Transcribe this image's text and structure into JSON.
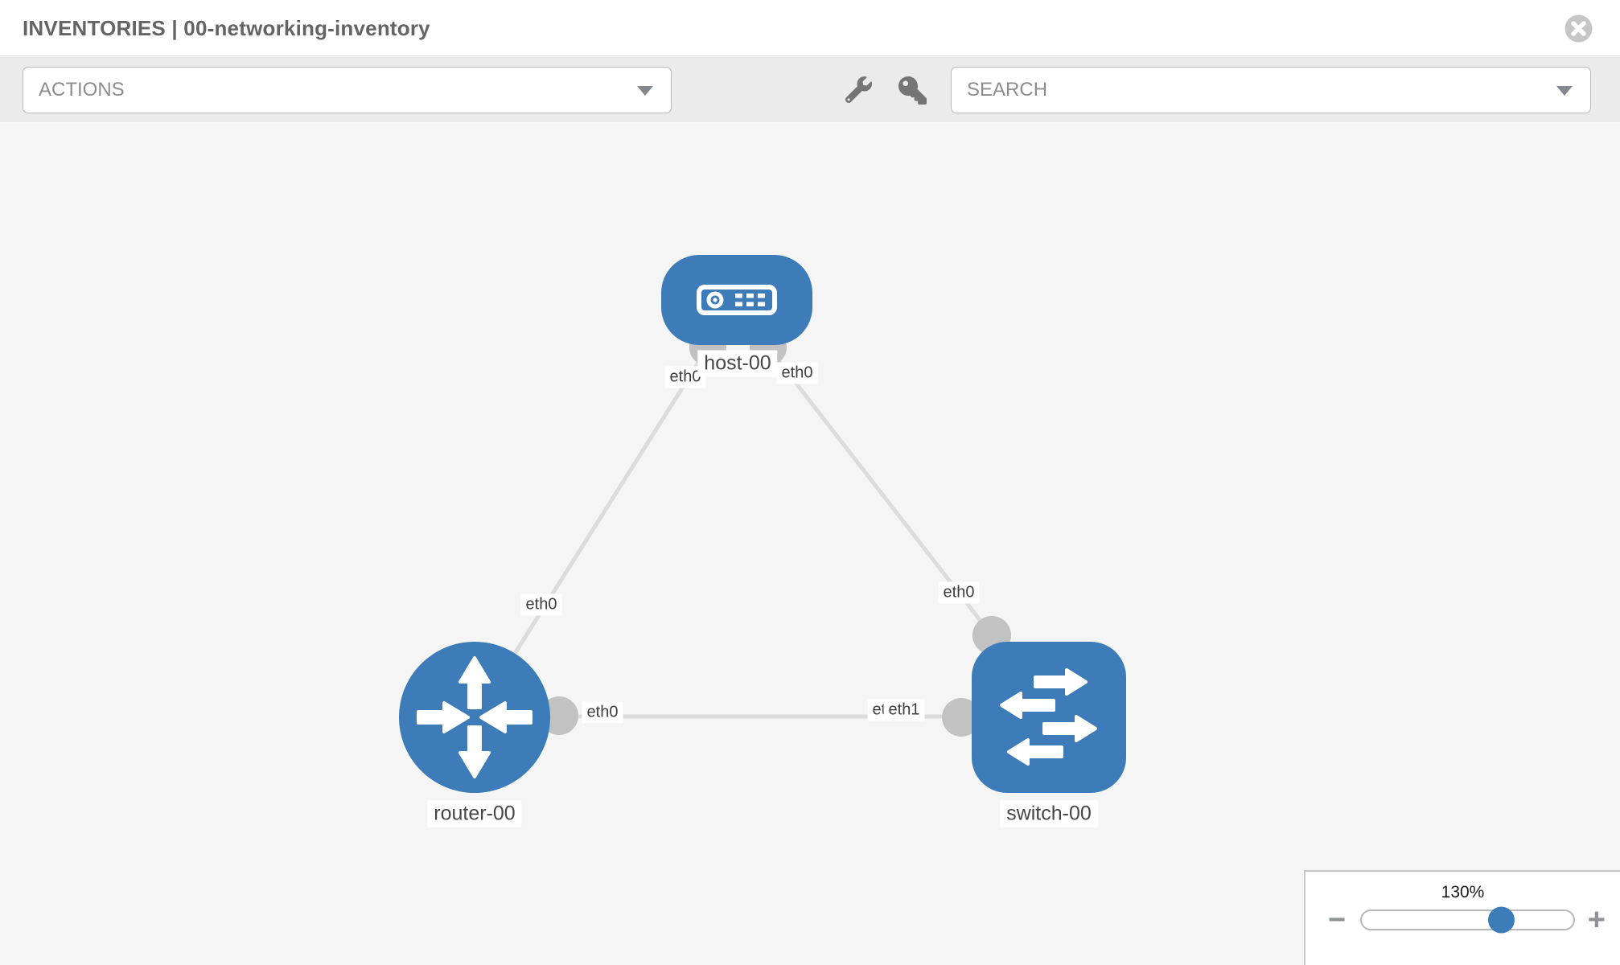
{
  "header": {
    "title": "INVENTORIES | 00-networking-inventory"
  },
  "toolbar": {
    "actions_label": "ACTIONS",
    "search_label": "SEARCH",
    "icons": [
      {
        "name": "wrench-icon"
      },
      {
        "name": "key-icon"
      }
    ]
  },
  "topology": {
    "nodes": [
      {
        "id": "host-00",
        "type": "host",
        "label": "host-00"
      },
      {
        "id": "router-00",
        "type": "router",
        "label": "router-00"
      },
      {
        "id": "switch-00",
        "type": "switch",
        "label": "switch-00"
      }
    ],
    "links": [
      {
        "from": "router-00",
        "to": "host-00",
        "from_interface": "eth0",
        "to_interface": "eth0"
      },
      {
        "from": "host-00",
        "to": "switch-00",
        "from_interface": "eth0",
        "to_interface": "eth0"
      },
      {
        "from": "router-00",
        "to": "switch-00",
        "from_interface": "eth0",
        "to_interface": "eth1"
      }
    ],
    "interface_labels": [
      {
        "text": "eth0",
        "position": "host-left"
      },
      {
        "text": "eth0",
        "position": "host-right"
      },
      {
        "text": "eth0",
        "position": "link-router-host"
      },
      {
        "text": "eth0",
        "position": "link-host-switch"
      },
      {
        "text": "eth0",
        "position": "router-right"
      },
      {
        "text": "eth0",
        "position": "switch-left-back"
      },
      {
        "text": "eth1",
        "position": "switch-left-front"
      }
    ]
  },
  "zoom_control": {
    "level": "130%",
    "percent": 130,
    "zoom_out_label": "−",
    "zoom_in_label": "+"
  },
  "colors": {
    "node_blue": "#3d7cb8",
    "link_gray": "#dcdcdc",
    "port_gray": "#c2c2c2",
    "canvas_bg": "#f5f5f5",
    "toolbar_bg": "#ebebeb"
  }
}
